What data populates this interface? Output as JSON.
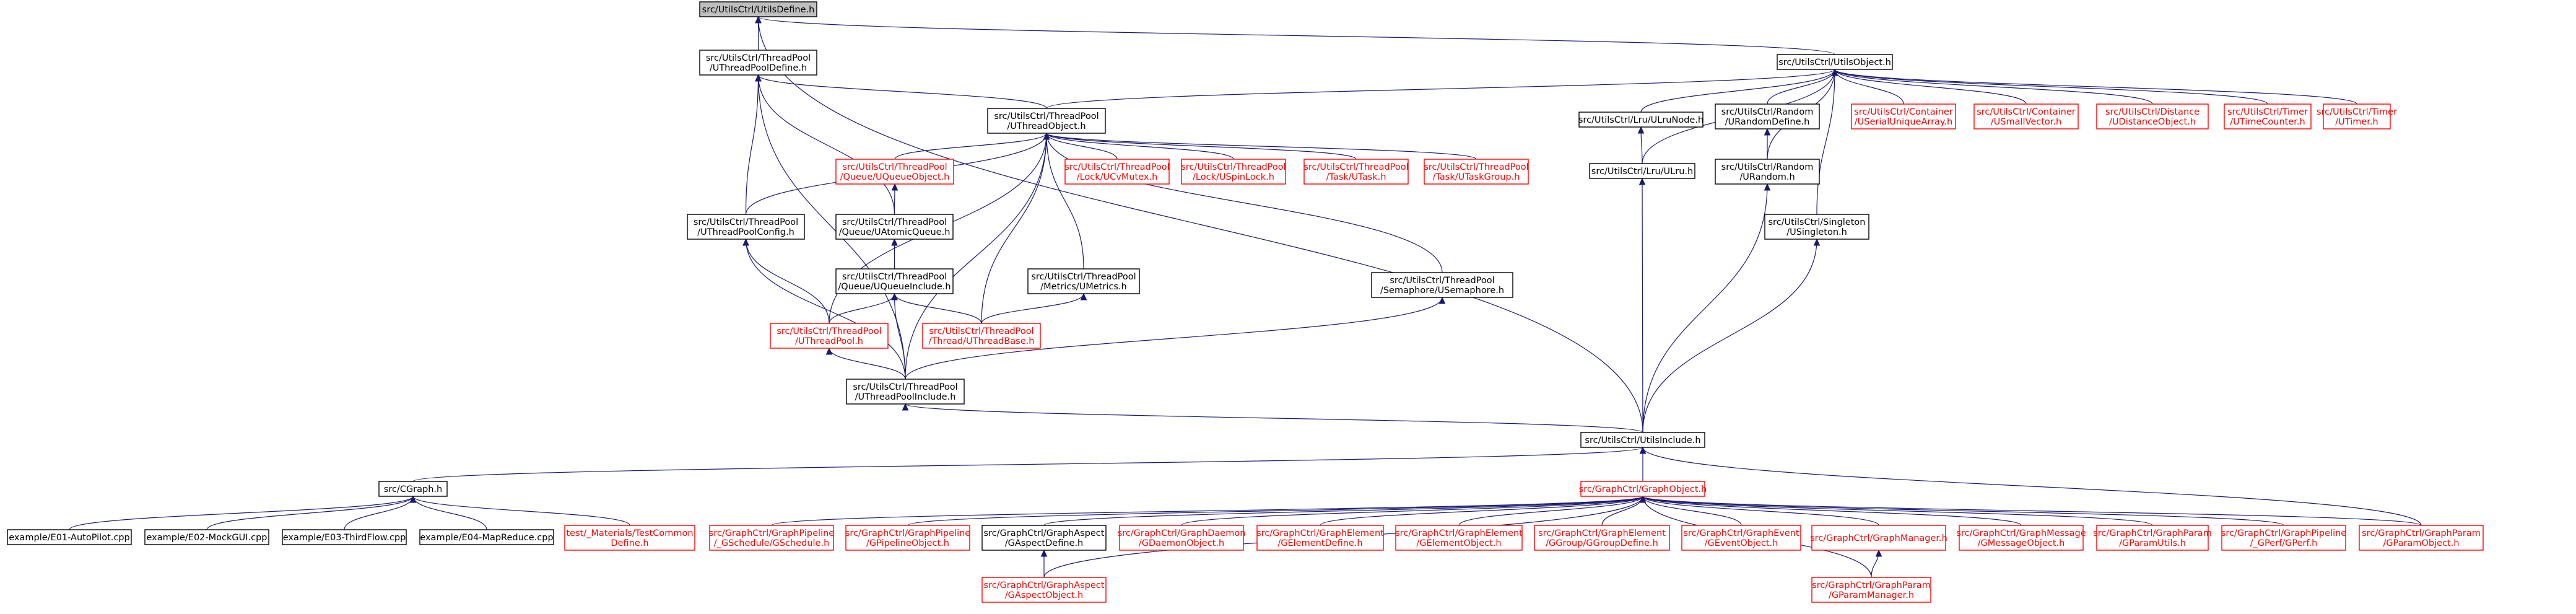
{
  "colors": {
    "edge": "#191970",
    "text_normal": "#000000",
    "text_red": "#ff0000",
    "border_normal": "#000000",
    "border_red": "#ff0000",
    "fill_normal": "#ffffff",
    "fill_focus": "#bfbfbf"
  },
  "nodes": [
    {
      "id": "utilsdefine",
      "lines": [
        "src/UtilsCtrl/UtilsDefine.h"
      ],
      "style": "focus"
    },
    {
      "id": "tpdefine",
      "lines": [
        "src/UtilsCtrl/ThreadPool",
        "/UThreadPoolDefine.h"
      ],
      "style": "normal"
    },
    {
      "id": "utilsobject",
      "lines": [
        "src/UtilsCtrl/UtilsObject.h"
      ],
      "style": "normal"
    },
    {
      "id": "tpobject",
      "lines": [
        "src/UtilsCtrl/ThreadPool",
        "/UThreadObject.h"
      ],
      "style": "normal"
    },
    {
      "id": "lrunode",
      "lines": [
        "src/UtilsCtrl/Lru/ULruNode.h"
      ],
      "style": "normal"
    },
    {
      "id": "randomdefine",
      "lines": [
        "src/UtilsCtrl/Random",
        "/URandomDefine.h"
      ],
      "style": "normal"
    },
    {
      "id": "serialuniq",
      "lines": [
        "src/UtilsCtrl/Container",
        "/USerialUniqueArray.h"
      ],
      "style": "red"
    },
    {
      "id": "smallvector",
      "lines": [
        "src/UtilsCtrl/Container",
        "/USmallVector.h"
      ],
      "style": "red"
    },
    {
      "id": "distanceobj",
      "lines": [
        "src/UtilsCtrl/Distance",
        "/UDistanceObject.h"
      ],
      "style": "red"
    },
    {
      "id": "timecounter",
      "lines": [
        "src/UtilsCtrl/Timer",
        "/UTimeCounter.h"
      ],
      "style": "red"
    },
    {
      "id": "timer",
      "lines": [
        "src/UtilsCtrl/Timer",
        "/UTimer.h"
      ],
      "style": "red"
    },
    {
      "id": "queueobject",
      "lines": [
        "src/UtilsCtrl/ThreadPool",
        "/Queue/UQueueObject.h"
      ],
      "style": "red"
    },
    {
      "id": "cvmutex",
      "lines": [
        "src/UtilsCtrl/ThreadPool",
        "/Lock/UCvMutex.h"
      ],
      "style": "red"
    },
    {
      "id": "spinlock",
      "lines": [
        "src/UtilsCtrl/ThreadPool",
        "/Lock/USpinLock.h"
      ],
      "style": "red"
    },
    {
      "id": "utask",
      "lines": [
        "src/UtilsCtrl/ThreadPool",
        "/Task/UTask.h"
      ],
      "style": "red"
    },
    {
      "id": "utaskgroup",
      "lines": [
        "src/UtilsCtrl/ThreadPool",
        "/Task/UTaskGroup.h"
      ],
      "style": "red"
    },
    {
      "id": "ulru",
      "lines": [
        "src/UtilsCtrl/Lru/ULru.h"
      ],
      "style": "normal"
    },
    {
      "id": "urandom",
      "lines": [
        "src/UtilsCtrl/Random",
        "/URandom.h"
      ],
      "style": "normal"
    },
    {
      "id": "tpconfig",
      "lines": [
        "src/UtilsCtrl/ThreadPool",
        "/UThreadPoolConfig.h"
      ],
      "style": "normal"
    },
    {
      "id": "atomicqueue",
      "lines": [
        "src/UtilsCtrl/ThreadPool",
        "/Queue/UAtomicQueue.h"
      ],
      "style": "normal"
    },
    {
      "id": "usingleton",
      "lines": [
        "src/UtilsCtrl/Singleton",
        "/USingleton.h"
      ],
      "style": "normal"
    },
    {
      "id": "queueinclude",
      "lines": [
        "src/UtilsCtrl/ThreadPool",
        "/Queue/UQueueInclude.h"
      ],
      "style": "normal"
    },
    {
      "id": "umetrics",
      "lines": [
        "src/UtilsCtrl/ThreadPool",
        "/Metrics/UMetrics.h"
      ],
      "style": "normal"
    },
    {
      "id": "usemaphore",
      "lines": [
        "src/UtilsCtrl/ThreadPool",
        "/Semaphore/USemaphore.h"
      ],
      "style": "normal"
    },
    {
      "id": "uthreadpool",
      "lines": [
        "src/UtilsCtrl/ThreadPool",
        "/UThreadPool.h"
      ],
      "style": "red"
    },
    {
      "id": "uthreadbase",
      "lines": [
        "src/UtilsCtrl/ThreadPool",
        "/Thread/UThreadBase.h"
      ],
      "style": "red"
    },
    {
      "id": "tpinclude",
      "lines": [
        "src/UtilsCtrl/ThreadPool",
        "/UThreadPoolInclude.h"
      ],
      "style": "normal"
    },
    {
      "id": "utilsinclude",
      "lines": [
        "src/UtilsCtrl/UtilsInclude.h"
      ],
      "style": "normal"
    },
    {
      "id": "cgraph",
      "lines": [
        "src/CGraph.h"
      ],
      "style": "normal"
    },
    {
      "id": "graphobject",
      "lines": [
        "src/GraphCtrl/GraphObject.h"
      ],
      "style": "red"
    },
    {
      "id": "e01",
      "lines": [
        "example/E01-AutoPilot.cpp"
      ],
      "style": "normal"
    },
    {
      "id": "e02",
      "lines": [
        "example/E02-MockGUI.cpp"
      ],
      "style": "normal"
    },
    {
      "id": "e03",
      "lines": [
        "example/E03-ThirdFlow.cpp"
      ],
      "style": "normal"
    },
    {
      "id": "e04",
      "lines": [
        "example/E04-MapReduce.cpp"
      ],
      "style": "normal"
    },
    {
      "id": "testcommon",
      "lines": [
        "test/_Materials/TestCommon",
        "Define.h"
      ],
      "style": "red"
    },
    {
      "id": "gschedule",
      "lines": [
        "src/GraphCtrl/GraphPipeline",
        "/_GSchedule/GSchedule.h"
      ],
      "style": "red"
    },
    {
      "id": "gpipelineobj",
      "lines": [
        "src/GraphCtrl/GraphPipeline",
        "/GPipelineObject.h"
      ],
      "style": "red"
    },
    {
      "id": "gaspectdefine",
      "lines": [
        "src/GraphCtrl/GraphAspect",
        "/GAspectDefine.h"
      ],
      "style": "normal"
    },
    {
      "id": "gdaemonobj",
      "lines": [
        "src/GraphCtrl/GraphDaemon",
        "/GDaemonObject.h"
      ],
      "style": "red"
    },
    {
      "id": "gelementdefine",
      "lines": [
        "src/GraphCtrl/GraphElement",
        "/GElementDefine.h"
      ],
      "style": "red"
    },
    {
      "id": "gelementobj",
      "lines": [
        "src/GraphCtrl/GraphElement",
        "/GElementObject.h"
      ],
      "style": "red"
    },
    {
      "id": "ggroupdefine",
      "lines": [
        "src/GraphCtrl/GraphElement",
        "/GGroup/GGroupDefine.h"
      ],
      "style": "red"
    },
    {
      "id": "geventobj",
      "lines": [
        "src/GraphCtrl/GraphEvent",
        "/GEventObject.h"
      ],
      "style": "red"
    },
    {
      "id": "gmanager",
      "lines": [
        "src/GraphCtrl/GraphManager.h"
      ],
      "style": "red"
    },
    {
      "id": "gmessageobj",
      "lines": [
        "src/GraphCtrl/GraphMessage",
        "/GMessageObject.h"
      ],
      "style": "red"
    },
    {
      "id": "gparamutils",
      "lines": [
        "src/GraphCtrl/GraphParam",
        "/GParamUtils.h"
      ],
      "style": "red"
    },
    {
      "id": "gperf",
      "lines": [
        "src/GraphCtrl/GraphPipeline",
        "/_GPerf/GPerf.h"
      ],
      "style": "red"
    },
    {
      "id": "gparamobj",
      "lines": [
        "src/GraphCtrl/GraphParam",
        "/GParamObject.h"
      ],
      "style": "red"
    },
    {
      "id": "gaspectobj",
      "lines": [
        "src/GraphCtrl/GraphAspect",
        "/GAspectObject.h"
      ],
      "style": "red"
    },
    {
      "id": "gparammanager",
      "lines": [
        "src/GraphCtrl/GraphParam",
        "/GParamManager.h"
      ],
      "style": "red"
    }
  ],
  "edges": [
    [
      "tpdefine",
      "utilsdefine"
    ],
    [
      "utilsinclude",
      "utilsdefine"
    ],
    [
      "utilsobject",
      "utilsdefine"
    ],
    [
      "tpobject",
      "tpdefine"
    ],
    [
      "tpconfig",
      "tpdefine"
    ],
    [
      "atomicqueue",
      "tpdefine"
    ],
    [
      "tpinclude",
      "tpdefine"
    ],
    [
      "tpobject",
      "utilsobject"
    ],
    [
      "lrunode",
      "utilsobject"
    ],
    [
      "ulru",
      "utilsobject"
    ],
    [
      "randomdefine",
      "utilsobject"
    ],
    [
      "urandom",
      "utilsobject"
    ],
    [
      "usingleton",
      "utilsobject"
    ],
    [
      "serialuniq",
      "utilsobject"
    ],
    [
      "smallvector",
      "utilsobject"
    ],
    [
      "distanceobj",
      "utilsobject"
    ],
    [
      "timecounter",
      "utilsobject"
    ],
    [
      "timer",
      "utilsobject"
    ],
    [
      "queueobject",
      "tpobject"
    ],
    [
      "cvmutex",
      "tpobject"
    ],
    [
      "spinlock",
      "tpobject"
    ],
    [
      "utask",
      "tpobject"
    ],
    [
      "utaskgroup",
      "tpobject"
    ],
    [
      "tpconfig",
      "tpobject"
    ],
    [
      "uthreadpool",
      "tpobject"
    ],
    [
      "uthreadbase",
      "tpobject"
    ],
    [
      "umetrics",
      "tpobject"
    ],
    [
      "usemaphore",
      "tpobject"
    ],
    [
      "tpinclude",
      "tpobject"
    ],
    [
      "ulru",
      "lrunode"
    ],
    [
      "urandom",
      "randomdefine"
    ],
    [
      "atomicqueue",
      "queueobject"
    ],
    [
      "queueinclude",
      "atomicqueue"
    ],
    [
      "uthreadpool",
      "tpconfig"
    ],
    [
      "tpinclude",
      "tpconfig"
    ],
    [
      "uthreadpool",
      "queueinclude"
    ],
    [
      "uthreadbase",
      "queueinclude"
    ],
    [
      "tpinclude",
      "queueinclude"
    ],
    [
      "uthreadbase",
      "umetrics"
    ],
    [
      "tpinclude",
      "uthreadpool"
    ],
    [
      "tpinclude",
      "usemaphore"
    ],
    [
      "utilsinclude",
      "tpinclude"
    ],
    [
      "utilsinclude",
      "ulru"
    ],
    [
      "utilsinclude",
      "urandom"
    ],
    [
      "utilsinclude",
      "usingleton"
    ],
    [
      "cgraph",
      "utilsinclude"
    ],
    [
      "graphobject",
      "utilsinclude"
    ],
    [
      "gparamobj",
      "utilsinclude"
    ],
    [
      "e01",
      "cgraph"
    ],
    [
      "e02",
      "cgraph"
    ],
    [
      "e03",
      "cgraph"
    ],
    [
      "e04",
      "cgraph"
    ],
    [
      "testcommon",
      "cgraph"
    ],
    [
      "gschedule",
      "graphobject"
    ],
    [
      "gpipelineobj",
      "graphobject"
    ],
    [
      "gaspectdefine",
      "graphobject"
    ],
    [
      "gaspectobj",
      "graphobject"
    ],
    [
      "gdaemonobj",
      "graphobject"
    ],
    [
      "gelementdefine",
      "graphobject"
    ],
    [
      "gelementobj",
      "graphobject"
    ],
    [
      "ggroupdefine",
      "graphobject"
    ],
    [
      "geventobj",
      "graphobject"
    ],
    [
      "gmanager",
      "graphobject"
    ],
    [
      "gmessageobj",
      "graphobject"
    ],
    [
      "gparamutils",
      "graphobject"
    ],
    [
      "gperf",
      "graphobject"
    ],
    [
      "gparamobj",
      "graphobject"
    ],
    [
      "gparammanager",
      "graphobject"
    ],
    [
      "gaspectobj",
      "gaspectdefine"
    ],
    [
      "gparammanager",
      "gmanager"
    ]
  ]
}
